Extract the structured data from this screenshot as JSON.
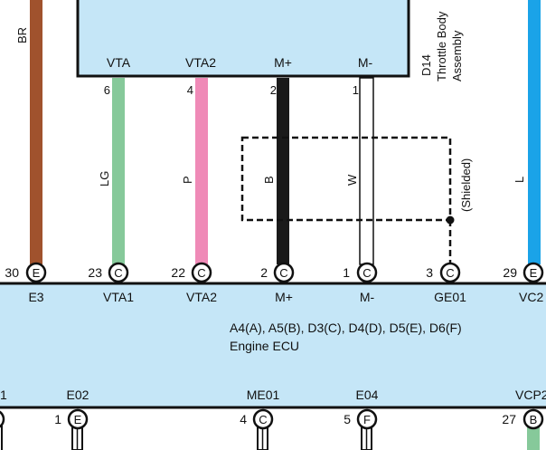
{
  "colors": {
    "box_fill": "#c5e6f7",
    "outline": "#111111",
    "wire_brown": "#a0522d",
    "wire_green": "#86c99a",
    "wire_pink": "#ef8ab7",
    "wire_black": "#1a1a1a",
    "wire_blue": "#1aa3e8",
    "wire_white": "#ffffff"
  },
  "throttle_body": {
    "id": "D14",
    "name_line1": "Throttle Body",
    "name_line2": "Assembly",
    "terminals": [
      {
        "key": "vta",
        "label": "VTA",
        "pin": "6"
      },
      {
        "key": "vta2",
        "label": "VTA2",
        "pin": "4"
      },
      {
        "key": "mplus",
        "label": "M+",
        "pin": "2"
      },
      {
        "key": "mminus",
        "label": "M-",
        "pin": "1"
      }
    ]
  },
  "wires": [
    {
      "key": "br",
      "color_label": "BR"
    },
    {
      "key": "lg",
      "color_label": "LG"
    },
    {
      "key": "p",
      "color_label": "P"
    },
    {
      "key": "b",
      "color_label": "B"
    },
    {
      "key": "w",
      "color_label": "W"
    },
    {
      "key": "l",
      "color_label": "L"
    }
  ],
  "shield_label": "(Shielded)",
  "ecu": {
    "connectors_line": "A4(A), A5(B), D3(C), D4(D), D5(E), D6(F)",
    "name": "Engine ECU",
    "top_pins": [
      {
        "key": "e3",
        "number": "30",
        "connector": "E",
        "label": "E3"
      },
      {
        "key": "vta1",
        "number": "23",
        "connector": "C",
        "label": "VTA1"
      },
      {
        "key": "vta2",
        "number": "22",
        "connector": "C",
        "label": "VTA2"
      },
      {
        "key": "mplus",
        "number": "2",
        "connector": "C",
        "label": "M+"
      },
      {
        "key": "mminus",
        "number": "1",
        "connector": "C",
        "label": "M-"
      },
      {
        "key": "ge01",
        "number": "3",
        "connector": "C",
        "label": "GE01"
      },
      {
        "key": "vc2",
        "number": "29",
        "connector": "E",
        "label": "VC2"
      }
    ],
    "bottom_labels": [
      {
        "key": "left",
        "label": "1"
      },
      {
        "key": "e02",
        "label": "E02"
      },
      {
        "key": "me01",
        "label": "ME01"
      },
      {
        "key": "e04",
        "label": "E04"
      },
      {
        "key": "vcp2",
        "label": "VCP2"
      }
    ],
    "bottom_pins": [
      {
        "key": "e02",
        "number": "1",
        "connector": "E"
      },
      {
        "key": "me01",
        "number": "4",
        "connector": "C"
      },
      {
        "key": "e04",
        "number": "5",
        "connector": "F"
      },
      {
        "key": "vcp2",
        "number": "27",
        "connector": "B"
      }
    ]
  }
}
